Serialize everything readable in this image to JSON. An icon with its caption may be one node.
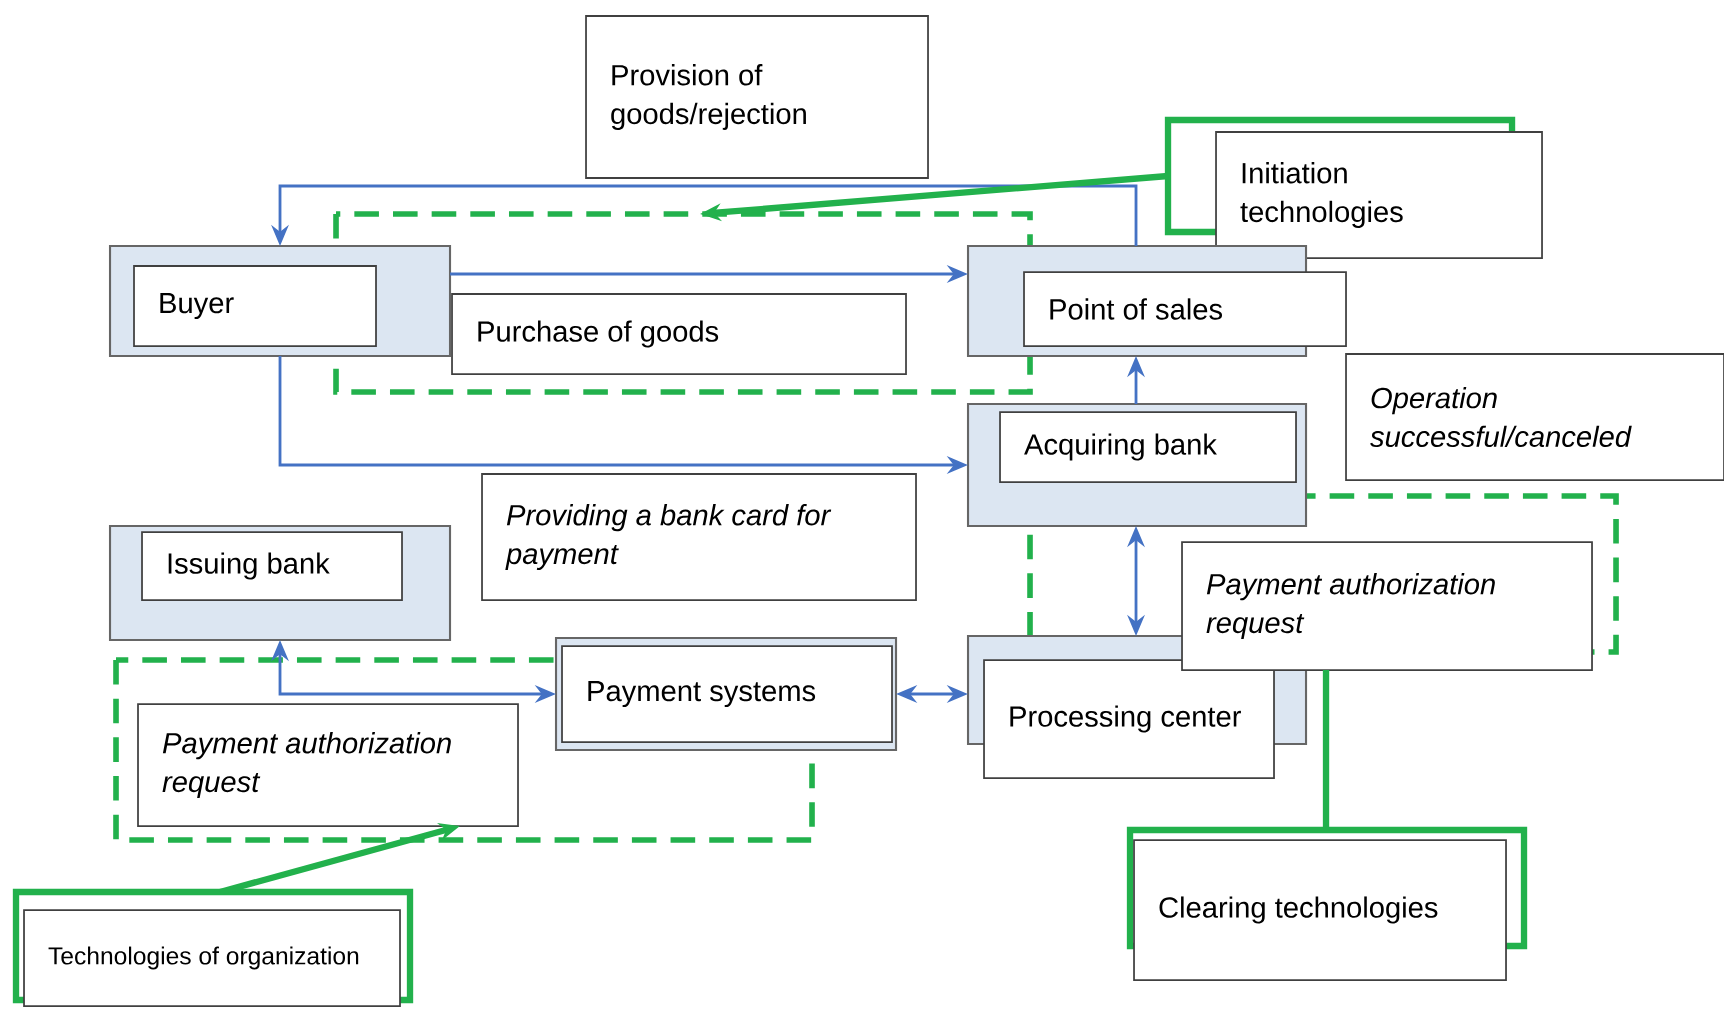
{
  "diagram": {
    "nodes": [
      {
        "text": [
          "Provision of goods/rejection"
        ]
      },
      {
        "text": [
          "Initiation technologies"
        ]
      },
      {
        "text": [
          "Buyer"
        ]
      },
      {
        "text": [
          "Purchase of goods"
        ]
      },
      {
        "text": [
          "Point of sales"
        ]
      },
      {
        "text": [
          "Operation successful/canceled"
        ]
      },
      {
        "text": [
          "Acquiring bank"
        ]
      },
      {
        "text": [
          "Providing a bank card for payment"
        ]
      },
      {
        "text": [
          "Issuing bank"
        ]
      },
      {
        "text": [
          "Payment authorization request"
        ]
      },
      {
        "text": [
          "Payment systems"
        ]
      },
      {
        "text": [
          "Processing center"
        ]
      },
      {
        "text": [
          "Payment authorization request"
        ]
      },
      {
        "text": [
          "Clearing technologies"
        ]
      },
      {
        "text": [
          "Technologies of organization"
        ]
      }
    ],
    "edges": [
      {
        "from": 4,
        "to": 2,
        "arrow": "to"
      },
      {
        "from": 2,
        "to": 4,
        "arrow": "to"
      },
      {
        "from": 2,
        "to": 6,
        "arrow": "to"
      },
      {
        "from": 6,
        "to": 4,
        "arrow": "to"
      },
      {
        "from": 6,
        "to": 11,
        "arrow": "both"
      },
      {
        "from": 8,
        "to": 10,
        "arrow": "both"
      },
      {
        "from": 10,
        "to": 11,
        "arrow": "both"
      },
      {
        "from": 1,
        "to": null,
        "arrow": "to",
        "style": "thick",
        "color": "#22b14c"
      },
      {
        "from": 14,
        "to": 12,
        "arrow": "to",
        "style": "thick",
        "color": "#22b14c"
      },
      {
        "from": 13,
        "to": 9,
        "arrow": "none",
        "style": "thick",
        "color": "#22b14c"
      }
    ]
  }
}
